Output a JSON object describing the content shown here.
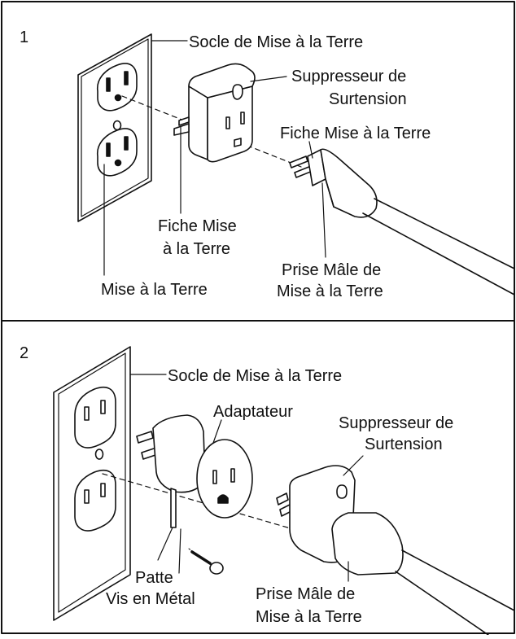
{
  "panels": [
    {
      "number": "1",
      "labels": {
        "grounded_outlet": "Socle de Mise à la Terre",
        "surge_suppressor_line1": "Suppresseur de",
        "surge_suppressor_line2": "Surtension",
        "grounding_pin_right": "Fiche Mise à la Terre",
        "grounding_pin_left_line1": "Fiche Mise",
        "grounding_pin_left_line2": "à la Terre",
        "grounding_plug_line1": "Prise Mâle de",
        "grounding_plug_line2": "Mise à la Terre",
        "ground": "Mise à la Terre"
      }
    },
    {
      "number": "2",
      "labels": {
        "grounded_outlet": "Socle de Mise à la Terre",
        "adapter": "Adaptateur",
        "surge_suppressor_line1": "Suppresseur de",
        "surge_suppressor_line2": "Surtension",
        "tab": "Patte",
        "metal_screw": "Vis en Métal",
        "grounding_plug_line1": "Prise Mâle de",
        "grounding_plug_line2": "Mise à la Terre"
      }
    }
  ]
}
